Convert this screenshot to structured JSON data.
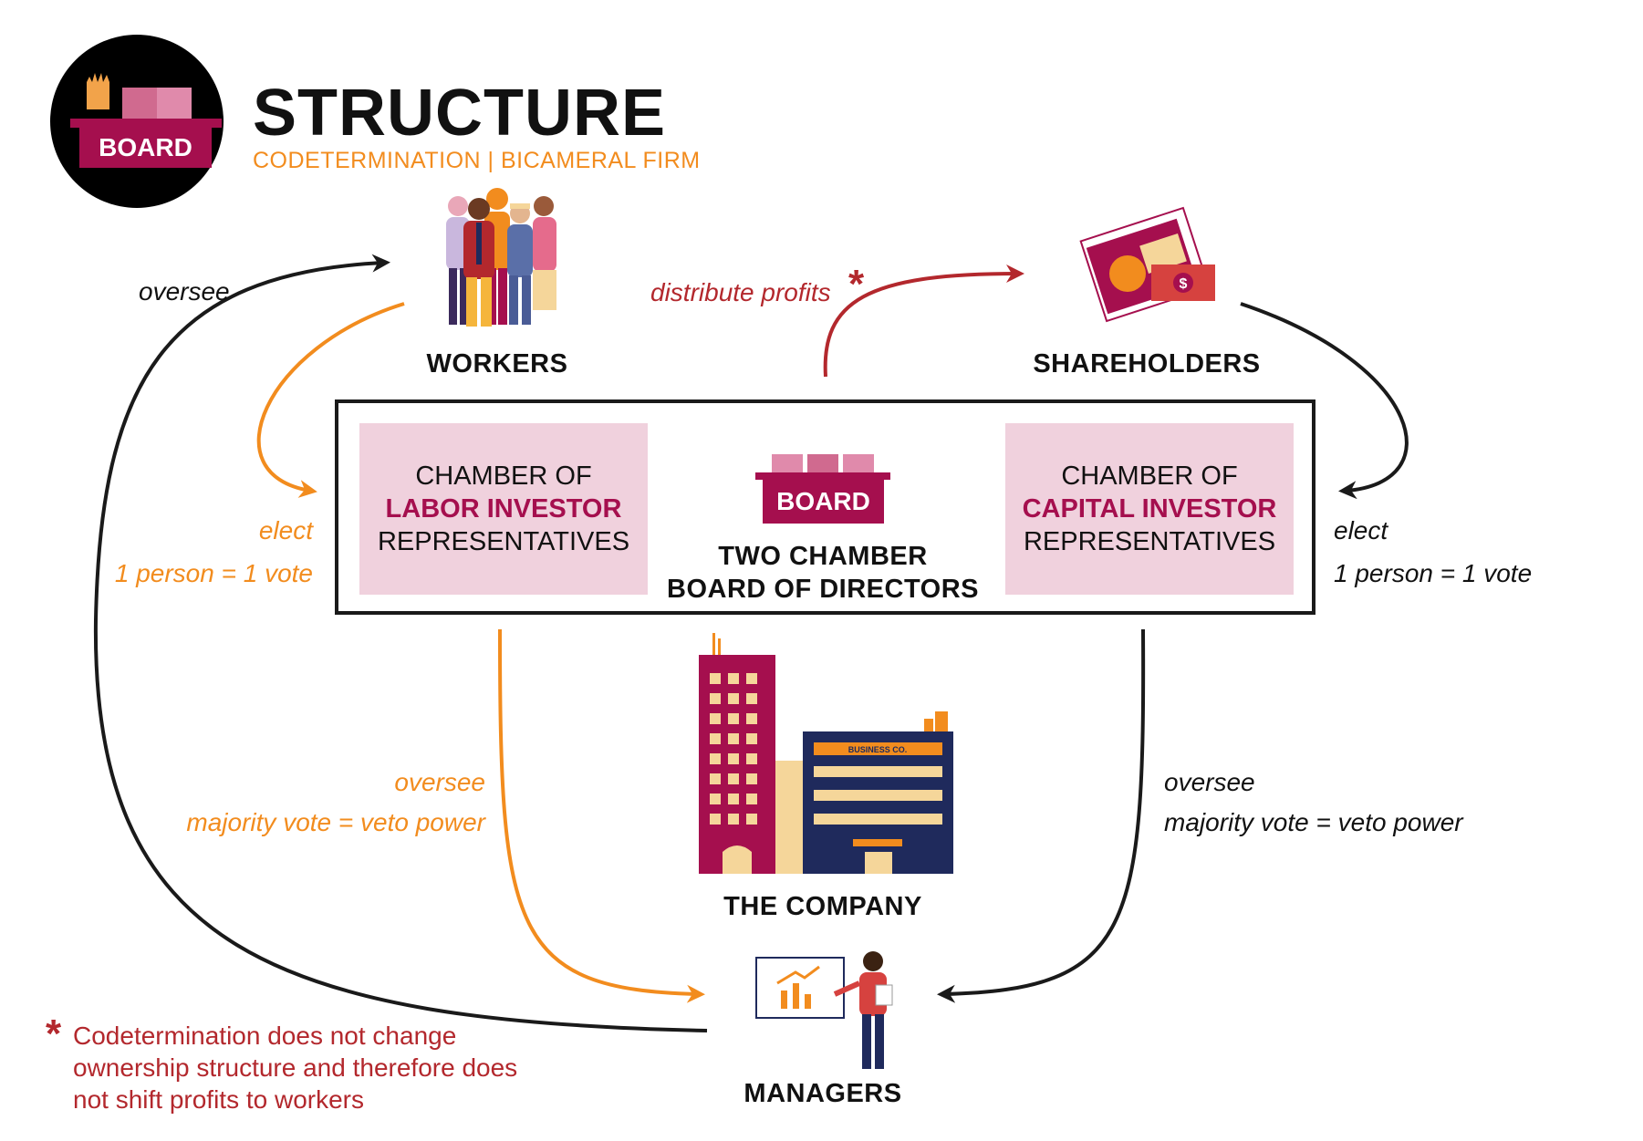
{
  "header": {
    "title": "STRUCTURE",
    "subtitle": "CODETERMINATION | BICAMERAL FIRM",
    "logo_label": "BOARD"
  },
  "nodes": {
    "workers": "WORKERS",
    "shareholders": "SHAREHOLDERS",
    "board_label": "BOARD",
    "board_title_line1": "TWO CHAMBER",
    "board_title_line2": "BOARD OF DIRECTORS",
    "company": "THE COMPANY",
    "managers": "MANAGERS",
    "building_sign": "BUSINESS CO."
  },
  "chambers": {
    "labor": {
      "line1": "CHAMBER OF",
      "accent": "LABOR INVESTOR",
      "line3": "REPRESENTATIVES"
    },
    "capital": {
      "line1": "CHAMBER OF",
      "accent": "CAPITAL INVESTOR",
      "line3": "REPRESENTATIVES"
    }
  },
  "edge_labels": {
    "oversee_managers_workers": "oversee",
    "distribute_profits": "distribute profits",
    "elect_left": "elect",
    "vote_left": "1 person = 1 vote",
    "elect_right": "elect",
    "vote_right": "1 person = 1 vote",
    "oversee_left": "oversee",
    "veto_left": "majority vote = veto power",
    "oversee_right": "oversee",
    "veto_right": "majority vote = veto power"
  },
  "footnote": {
    "marker": "*",
    "line1": "Codetermination does not change",
    "line2": "ownership structure and therefore does",
    "line3": "not shift profits to workers"
  },
  "colors": {
    "crimson": "#a50f4e",
    "pink": "#f0d1dd",
    "orange": "#f28c1e",
    "red": "#b3282d",
    "navy": "#1f2a5c",
    "black": "#1a1a1a"
  }
}
